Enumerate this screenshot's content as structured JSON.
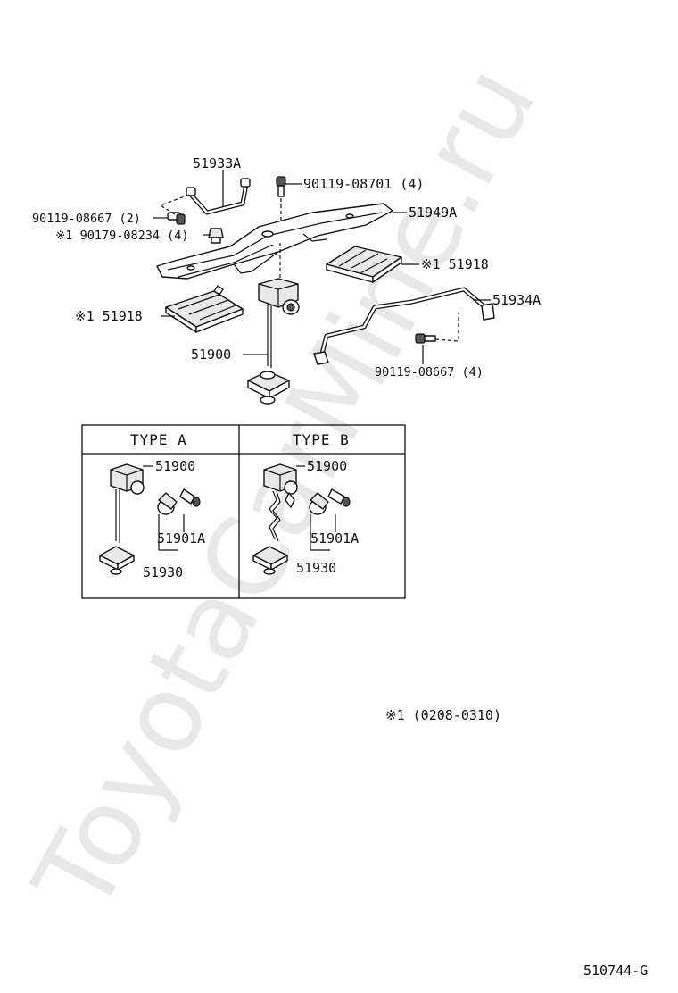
{
  "watermark": "ToyotaCarMine.ru",
  "callouts": {
    "p51933A": "51933A",
    "p90119_08701": "90119-08701 (4)",
    "p51949A": "51949A",
    "p90119_08667_2": "90119-08667 (2)",
    "p90179_08234": "※1 90179-08234 (4)",
    "p51918_right": "※1 51918",
    "p51934A": "51934A",
    "p51918_left": "※1 51918",
    "p51900": "51900",
    "p90119_08667_4": "90119-08667 (4)"
  },
  "type_table": {
    "type_a": {
      "header": "TYPE A",
      "labels": {
        "jack": "51900",
        "handle": "51901A",
        "base": "51930"
      }
    },
    "type_b": {
      "header": "TYPE B",
      "labels": {
        "jack": "51900",
        "handle": "51901A",
        "base": "51930"
      }
    }
  },
  "footnote": "※1 (0208-0310)",
  "figure_code": "510744-G"
}
